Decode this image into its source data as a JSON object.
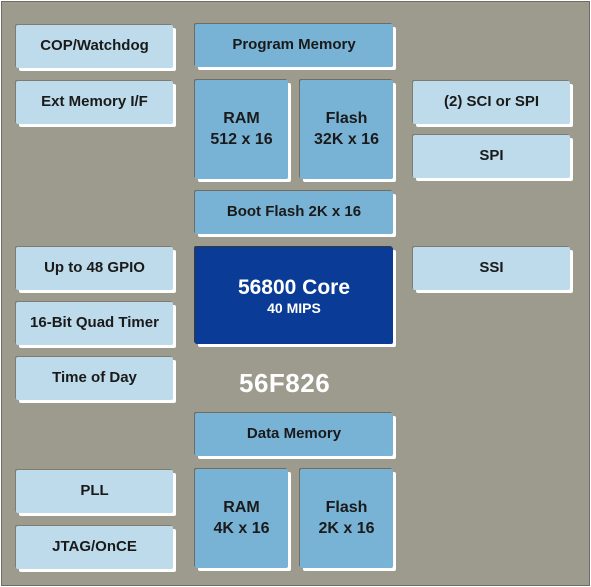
{
  "chip_name": "56F826",
  "core": {
    "title": "56800 Core",
    "subtitle": "40 MIPS"
  },
  "program_memory": {
    "label": "Program Memory",
    "ram": [
      "RAM",
      "512 x 16"
    ],
    "flash": [
      "Flash",
      "32K x 16"
    ],
    "boot_flash": "Boot Flash 2K x 16"
  },
  "data_memory": {
    "label": "Data Memory",
    "ram": [
      "RAM",
      "4K x 16"
    ],
    "flash": [
      "Flash",
      "2K x 16"
    ]
  },
  "left_peripherals": [
    "COP/Watchdog",
    "Ext Memory I/F",
    "Up to 48 GPIO",
    "16-Bit Quad Timer",
    "Time of Day",
    "PLL",
    "JTAG/OnCE"
  ],
  "right_peripherals": [
    "(2) SCI or SPI",
    "SPI",
    "SSI"
  ],
  "colors": {
    "background": "#9d9b8d",
    "peripheral_block": "#bddbea",
    "memory_block": "#78b3d6",
    "core_block": "#0a3c97"
  }
}
